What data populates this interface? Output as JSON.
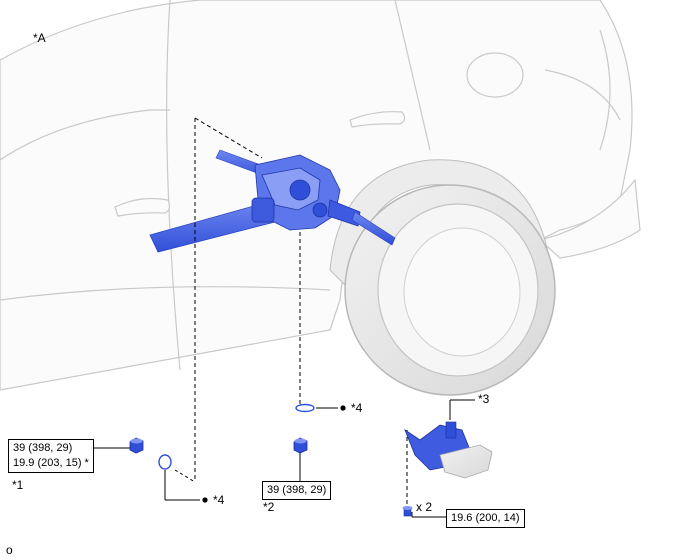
{
  "diagram": {
    "view_label": "*A",
    "callouts": {
      "c1": "*1",
      "c2": "*2",
      "c3": "*3",
      "c4_upper": "*4",
      "c4_lower": "*4"
    },
    "torque_specs": {
      "left_line1": "39 (398, 29)",
      "left_line2": "19.9 (203, 15) *",
      "center": "39 (398, 29)",
      "right": "19.6 (200, 14)"
    },
    "quantity": "x 2",
    "footer_mark": "o",
    "colors": {
      "part_blue": "#2f4fd8",
      "part_blue_light": "#6f86f0",
      "body_line": "#c9c9c9",
      "bracket_gray": "#d6d6d6"
    }
  }
}
